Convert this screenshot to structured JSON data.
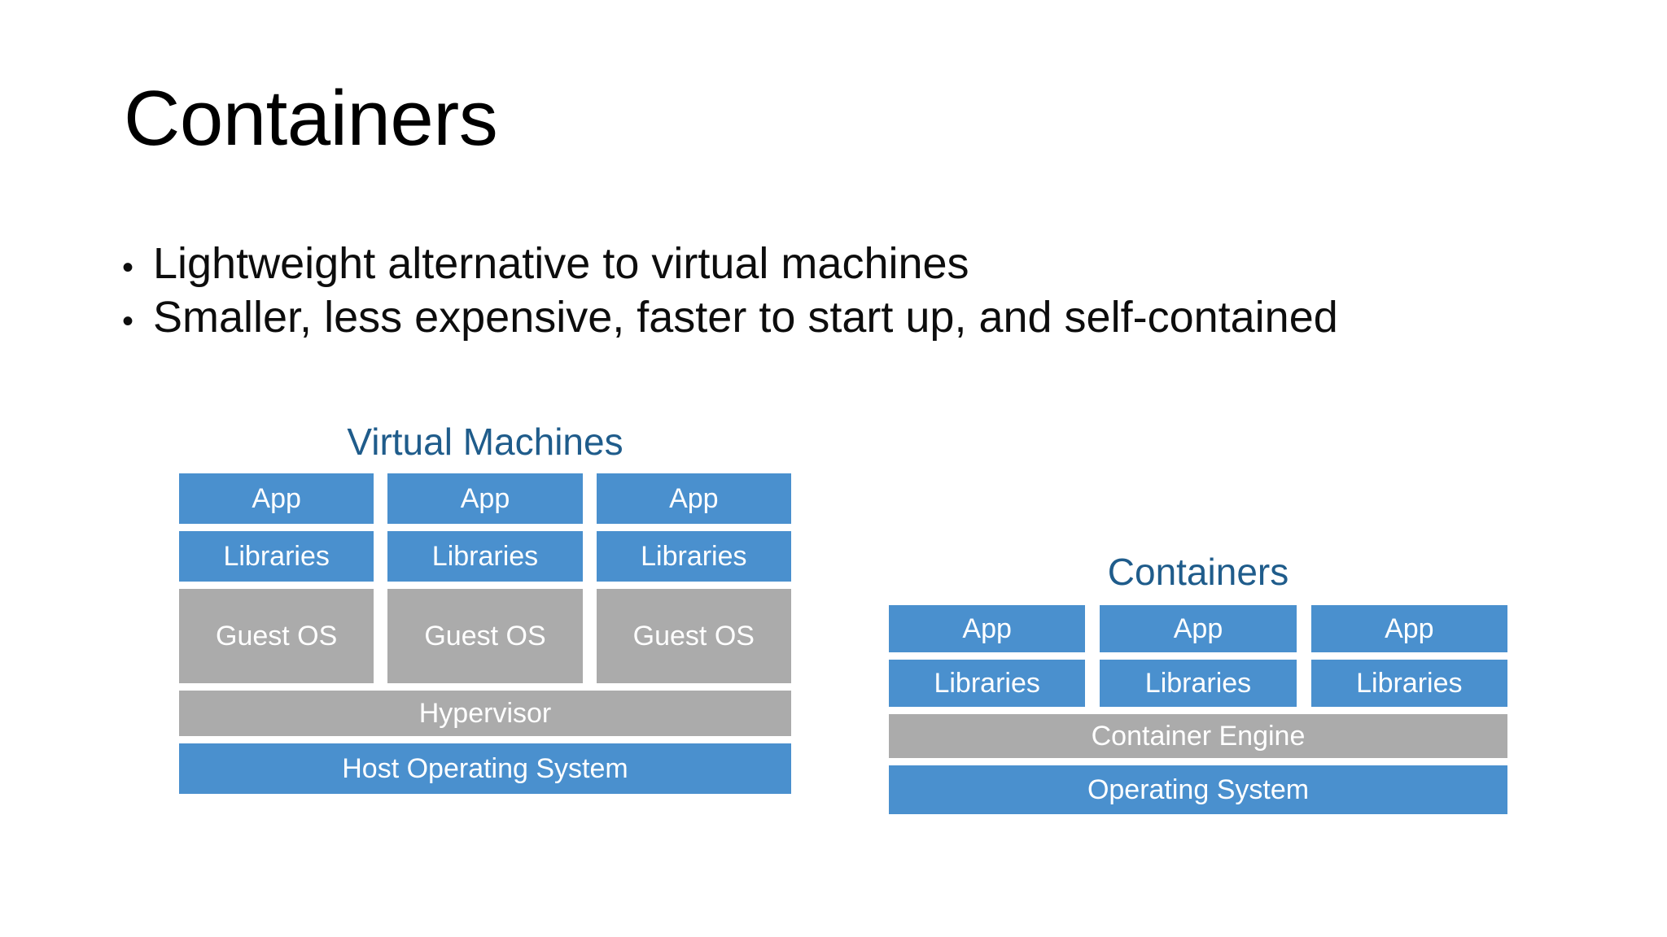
{
  "slide": {
    "title": "Containers",
    "bullet_marker": "•",
    "bullets": [
      "Lightweight alternative to virtual machines",
      "Smaller, less expensive, faster to start up, and self-contained"
    ]
  },
  "colors": {
    "blue": "#4a90ce",
    "gray": "#ababab",
    "heading_blue": "#1f5c8b",
    "text_black": "#000000",
    "background": "#ffffff",
    "cell_text": "#ffffff"
  },
  "diagram": {
    "vm_stack": {
      "heading": "Virtual Machines",
      "rows": [
        {
          "name": "apps",
          "cells": [
            {
              "label": "App",
              "color": "blue"
            },
            {
              "label": "App",
              "color": "blue"
            },
            {
              "label": "App",
              "color": "blue"
            }
          ]
        },
        {
          "name": "libs",
          "cells": [
            {
              "label": "Libraries",
              "color": "blue"
            },
            {
              "label": "Libraries",
              "color": "blue"
            },
            {
              "label": "Libraries",
              "color": "blue"
            }
          ]
        },
        {
          "name": "guest",
          "cells": [
            {
              "label": "Guest OS",
              "color": "gray"
            },
            {
              "label": "Guest OS",
              "color": "gray"
            },
            {
              "label": "Guest OS",
              "color": "gray"
            }
          ]
        },
        {
          "name": "hyper",
          "cells": [
            {
              "label": "Hypervisor",
              "color": "gray"
            }
          ]
        },
        {
          "name": "host",
          "cells": [
            {
              "label": "Host Operating System",
              "color": "blue"
            }
          ]
        }
      ]
    },
    "container_stack": {
      "heading": "Containers",
      "rows": [
        {
          "name": "apps",
          "cells": [
            {
              "label": "App",
              "color": "blue"
            },
            {
              "label": "App",
              "color": "blue"
            },
            {
              "label": "App",
              "color": "blue"
            }
          ]
        },
        {
          "name": "libs",
          "cells": [
            {
              "label": "Libraries",
              "color": "blue"
            },
            {
              "label": "Libraries",
              "color": "blue"
            },
            {
              "label": "Libraries",
              "color": "blue"
            }
          ]
        },
        {
          "name": "engine",
          "cells": [
            {
              "label": "Container Engine",
              "color": "gray"
            }
          ]
        },
        {
          "name": "os",
          "cells": [
            {
              "label": "Operating System",
              "color": "blue"
            }
          ]
        }
      ]
    }
  }
}
